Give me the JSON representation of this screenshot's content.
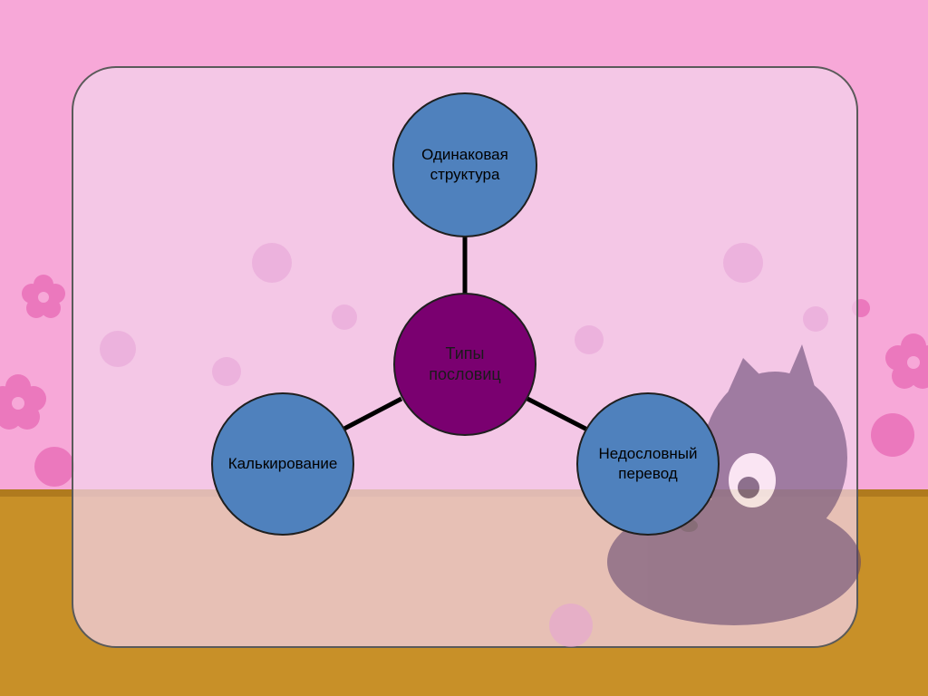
{
  "diagram": {
    "center": {
      "label": "Типы пословиц",
      "line1": "Типы",
      "line2": "пословиц"
    },
    "nodes": [
      {
        "id": "top",
        "line1": "Одинаковая",
        "line2": "структура"
      },
      {
        "id": "left",
        "line1": "Калькирование",
        "line2": ""
      },
      {
        "id": "right",
        "line1": "Недословный",
        "line2": "перевод"
      }
    ]
  },
  "colors": {
    "background_pink": "#f7a8d8",
    "floor": "#c89028",
    "panel_fill": "#f2d3ec",
    "node_fill": "#4f81bd",
    "center_fill": "#7a0070",
    "connector": "#000000"
  }
}
